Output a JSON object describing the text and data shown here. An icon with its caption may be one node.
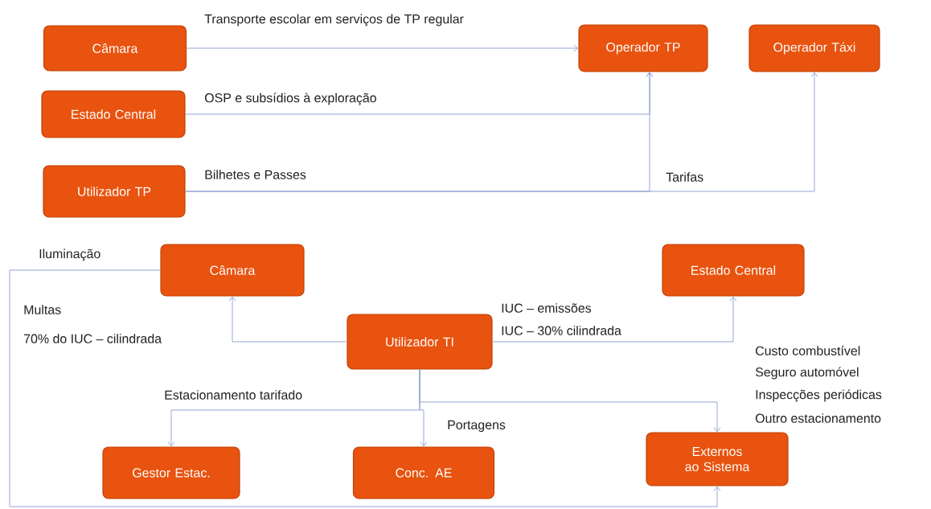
{
  "diagram": {
    "nodes": [
      {
        "text": [
          "Câmara"
        ]
      },
      {
        "text": [
          "Operador TP"
        ]
      },
      {
        "text": [
          "Operador Táxi"
        ]
      },
      {
        "text": [
          "Estado Central"
        ]
      },
      {
        "text": [
          "Utilizador TP"
        ]
      },
      {
        "text": [
          "Câmara"
        ]
      },
      {
        "text": [
          "Estado Central"
        ]
      },
      {
        "text": [
          "Utilizador TI"
        ]
      },
      {
        "text": [
          "Gestor Estac."
        ]
      },
      {
        "text": [
          "Conc. AE"
        ]
      },
      {
        "text": [
          "Externos ao Sistema"
        ]
      }
    ],
    "edges": [
      {
        "from": 0,
        "to": 1,
        "arrow": "to",
        "label": "Transporte escolar em serviços de TP regular"
      },
      {
        "from": 3,
        "to": 1,
        "arrow": "to",
        "label": "OSP e subsídios à exploração"
      },
      {
        "from": 4,
        "to": 1,
        "arrow": "to",
        "label": "Bilhetes e Passes"
      },
      {
        "from": 4,
        "to": 2,
        "arrow": "to",
        "label": "Tarifas"
      },
      {
        "from": 5,
        "to": 10,
        "arrow": "to",
        "label": "Iluminação"
      },
      {
        "from": 7,
        "to": 5,
        "arrow": "to"
      },
      {
        "from": 7,
        "to": 6,
        "arrow": "to"
      },
      {
        "from": 7,
        "to": 8,
        "arrow": "to",
        "label": "Estacionamento tarifado"
      },
      {
        "from": 7,
        "to": 9,
        "arrow": "to",
        "label": "Portagens"
      },
      {
        "from": 7,
        "to": 10,
        "arrow": "to"
      }
    ],
    "labels": [
      "Multas",
      "70% do IUC – cilindrada",
      "IUC – emissões",
      "IUC – 30% cilindrada",
      "Custo combustível",
      "Seguro automóvel",
      "Inspecções periódicas",
      "Outro estacionamento"
    ]
  }
}
